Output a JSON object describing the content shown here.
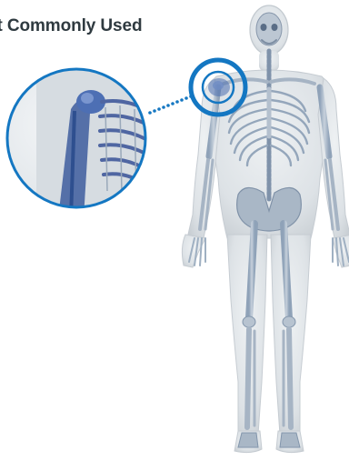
{
  "heading": {
    "text": "st Commonly Used"
  },
  "colors": {
    "callout_ring": "#1477c2",
    "callout_dots": "#1477c2",
    "heading_text": "#2f3a40",
    "body_glass": "#d9dde0",
    "bone": "#a9b7c6",
    "bone_highlight": "#3f63a8"
  },
  "figure": {
    "subject": "human skeleton inside translucent body",
    "highlighted_region": "left shoulder joint",
    "callout": "magnified shoulder with dotted connector"
  }
}
